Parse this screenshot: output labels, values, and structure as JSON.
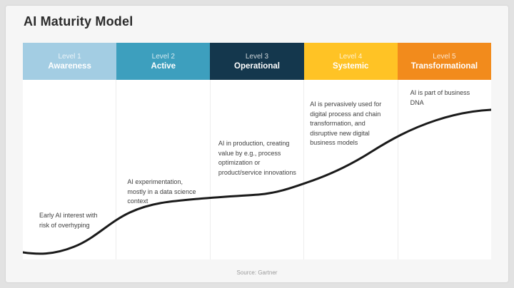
{
  "page": {
    "title": "AI Maturity Model",
    "source": "Source: Gartner"
  },
  "curve": {
    "name": "ai-maturity-s-curve",
    "color": "#1A1A1A"
  },
  "levels": [
    {
      "level": "Level 1",
      "name": "Awareness",
      "color": "#A3CDE3",
      "description": "Early AI interest with risk of overhyping"
    },
    {
      "level": "Level 2",
      "name": "Active",
      "color": "#3D9FBE",
      "description": "AI experimentation, mostly in a data science context"
    },
    {
      "level": "Level 3",
      "name": "Operational",
      "color": "#14374D",
      "description": "AI in production, creating value by e.g., process optimization or product/service innovations"
    },
    {
      "level": "Level 4",
      "name": "Systemic",
      "color": "#FFC325",
      "description": "AI is pervasively used for digital process and chain transformation, and disruptive new digital business models"
    },
    {
      "level": "Level 5",
      "name": "Transformational",
      "color": "#F28B1C",
      "description": "AI is part of business DNA"
    }
  ]
}
